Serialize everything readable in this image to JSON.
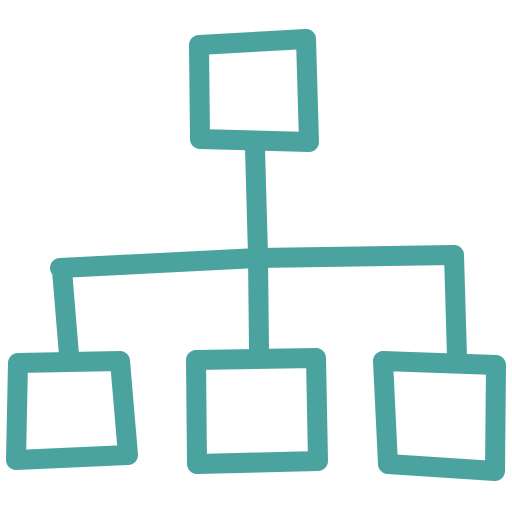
{
  "icon": {
    "name": "hierarchy-org-chart-icon",
    "style": "hand-drawn outline",
    "color": "#4aa39e",
    "background": "#ffffff",
    "nodes": {
      "root": 1,
      "children": 3
    }
  }
}
